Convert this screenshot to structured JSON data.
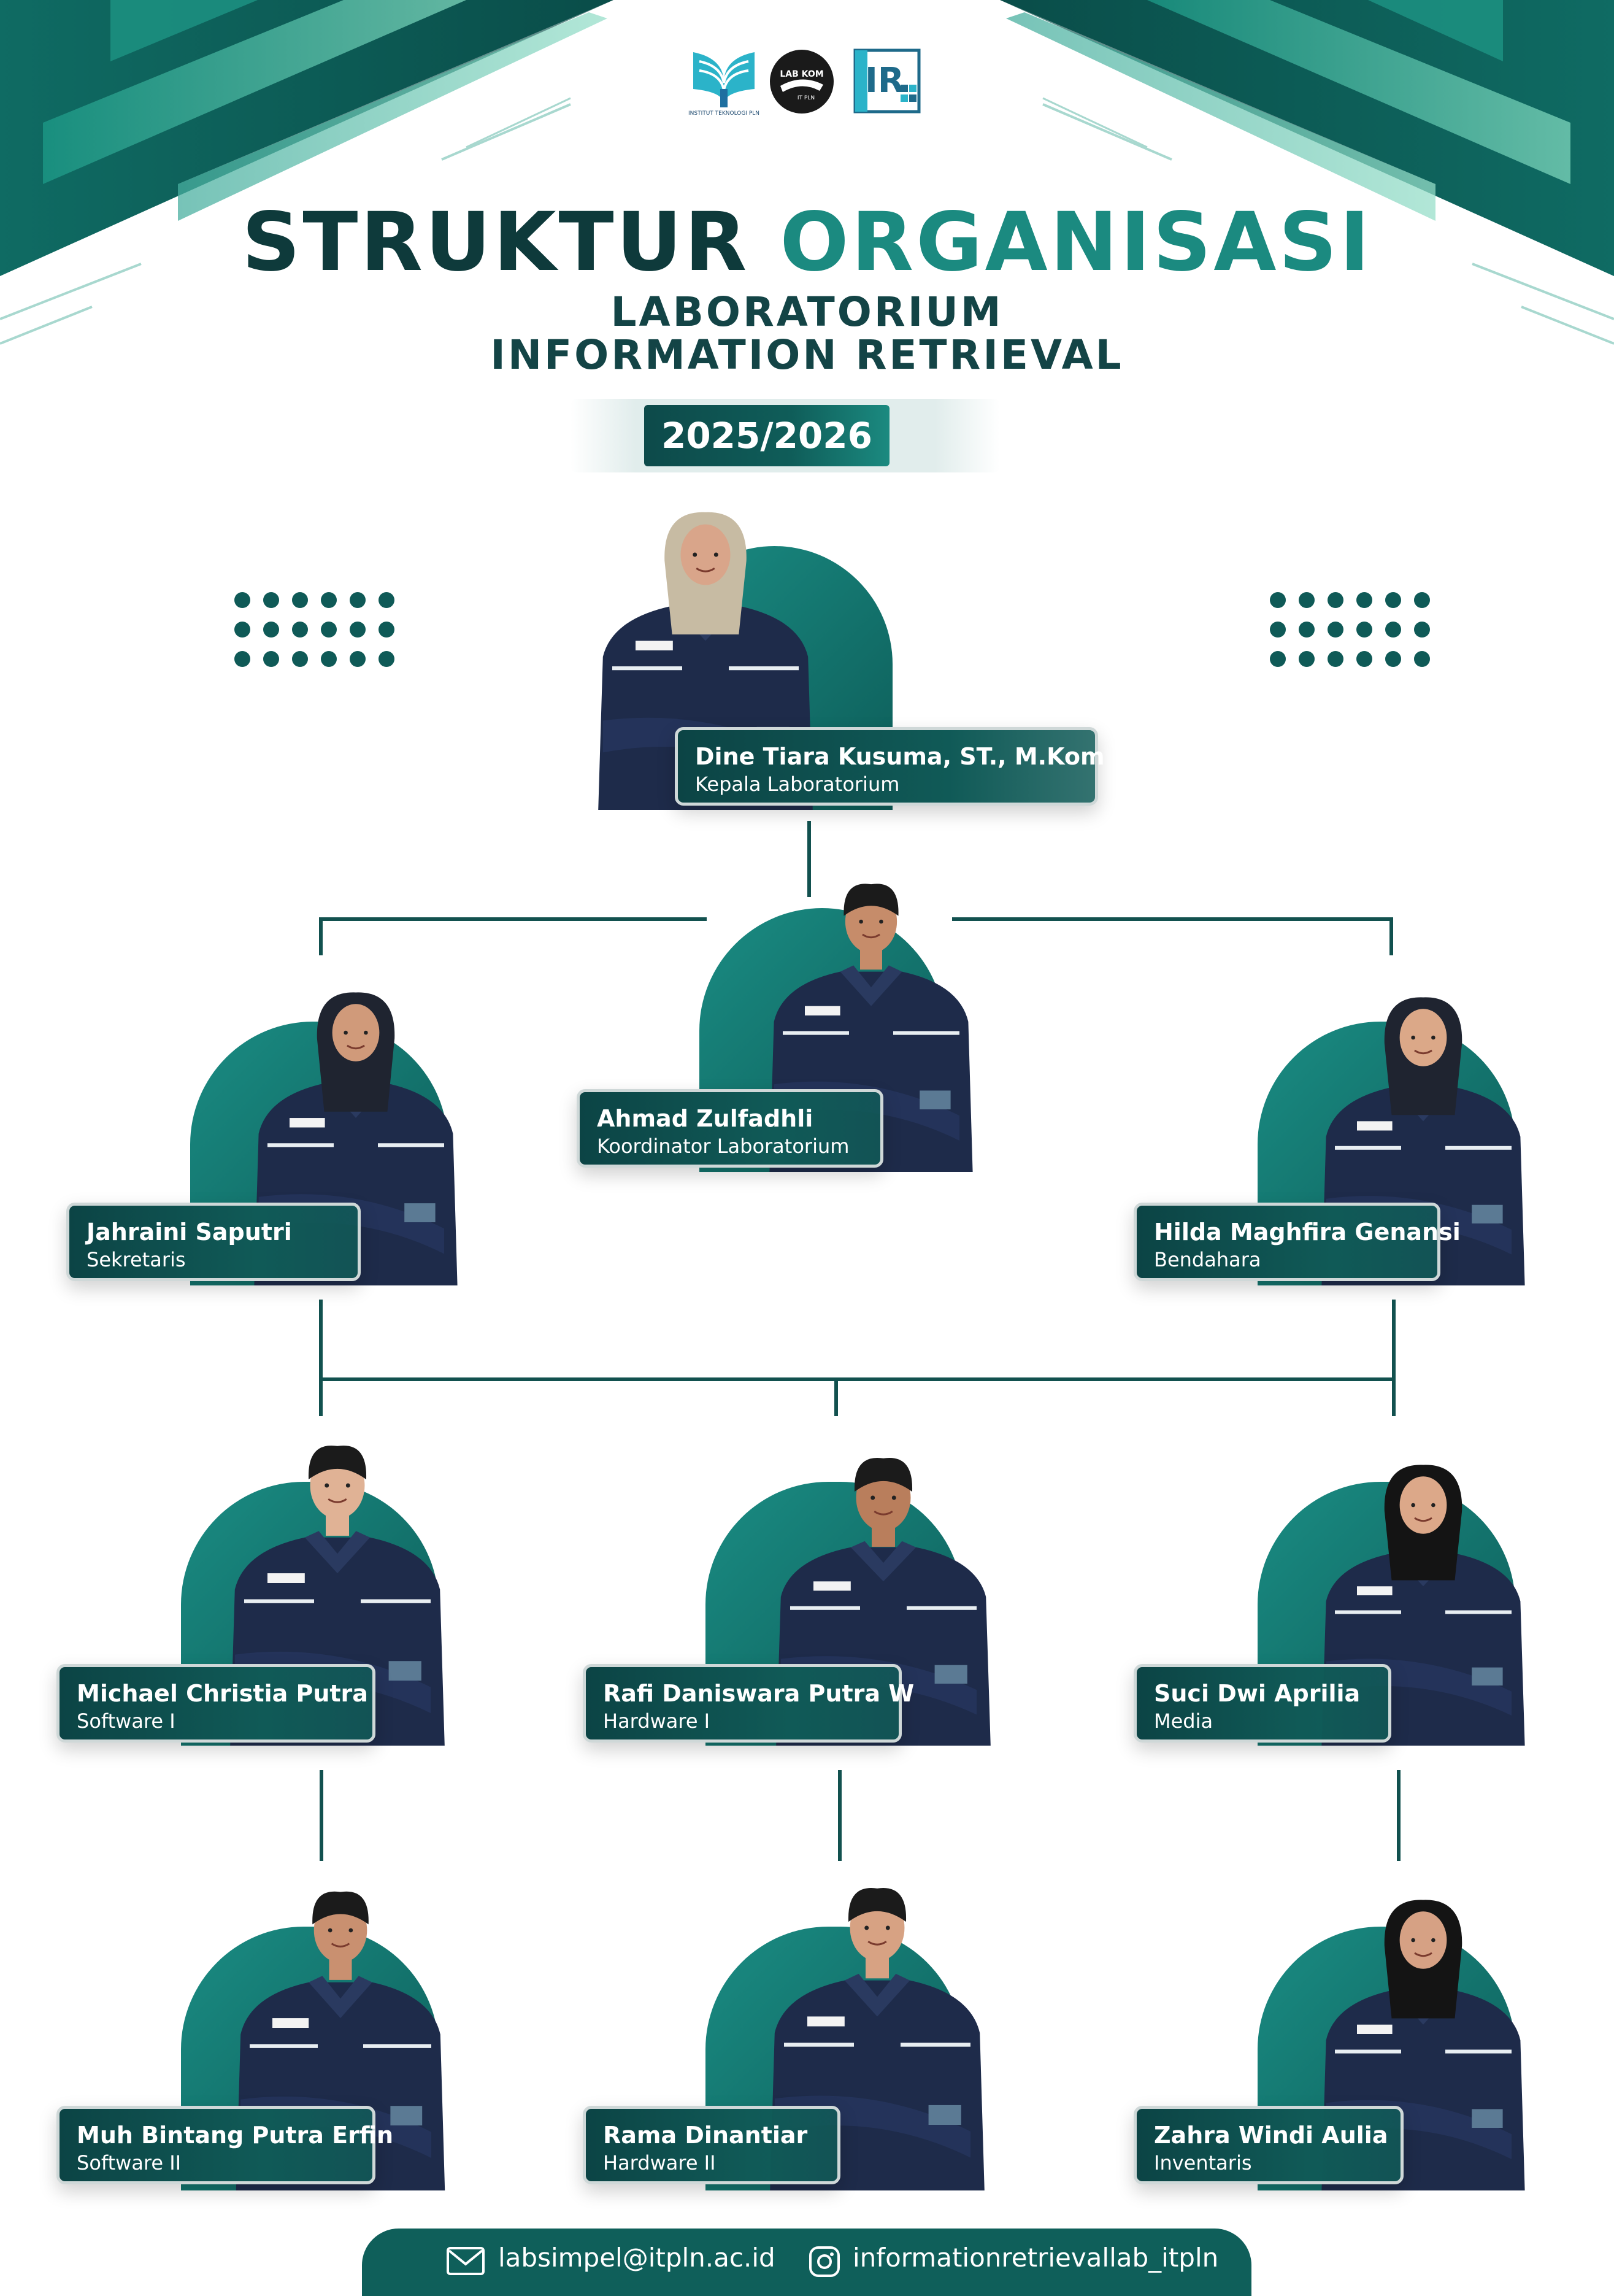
{
  "header": {
    "title_part1": "STRUKTUR",
    "title_part2": "ORGANISASI",
    "subtitle_line1": "LABORATORIUM",
    "subtitle_line2": "INFORMATION RETRIEVAL",
    "year": "2025/2026"
  },
  "logos": [
    {
      "icon": "itpln-book-logo",
      "caption": "INSTITUT TEKNOLOGI PLN"
    },
    {
      "icon": "lab-kom-logo",
      "text": "LAB KOM",
      "caption": "IT PLN"
    },
    {
      "icon": "ir-logo",
      "text": "IR"
    }
  ],
  "members": {
    "kepala": {
      "name": "Dine Tiara Kusuma, ST., M.Kom",
      "role": "Kepala Laboratorium"
    },
    "koordinator": {
      "name": "Ahmad Zulfadhli",
      "role": "Koordinator Laboratorium"
    },
    "sekretaris": {
      "name": "Jahraini Saputri",
      "role": "Sekretaris"
    },
    "bendahara": {
      "name": "Hilda Maghfira Genansi",
      "role": "Bendahara"
    },
    "software1": {
      "name": "Michael Christia Putra",
      "role": "Software I"
    },
    "hardware1": {
      "name": "Rafi Daniswara Putra W",
      "role": "Hardware I"
    },
    "media": {
      "name": "Suci Dwi Aprilia",
      "role": "Media"
    },
    "software2": {
      "name": "Muh Bintang Putra Erfin",
      "role": "Software II"
    },
    "hardware2": {
      "name": "Rama Dinantiar",
      "role": "Hardware II"
    },
    "inventaris": {
      "name": "Zahra Windi Aulia",
      "role": "Inventaris"
    }
  },
  "footer": {
    "email": "labsimpel@itpln.ac.id",
    "instagram": "informationretrievallab_itpln"
  },
  "colors": {
    "primary": "#0f5a57",
    "accent": "#1b8a80",
    "dark": "#0e3a3b",
    "uniform": "#1e2b4a"
  }
}
